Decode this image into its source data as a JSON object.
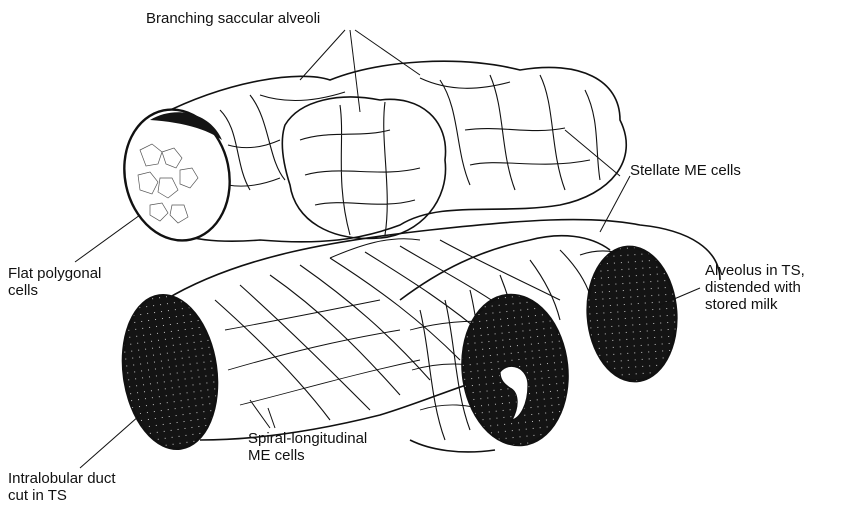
{
  "labels": {
    "branching_alveoli": "Branching saccular alveoli",
    "stellate_me_cells": "Stellate ME cells",
    "flat_polygonal_cells": "Flat polygonal\ncells",
    "alveolus_ts": "Alveolus in TS,\ndistended with\nstored milk",
    "spiral_longitudinal": "Spiral-longitudinal\nME cells",
    "intralobular_duct": "Intralobular duct\ncut in TS"
  },
  "colors": {
    "ink": "#111111",
    "lumen": "#141414",
    "background": "#ffffff"
  }
}
